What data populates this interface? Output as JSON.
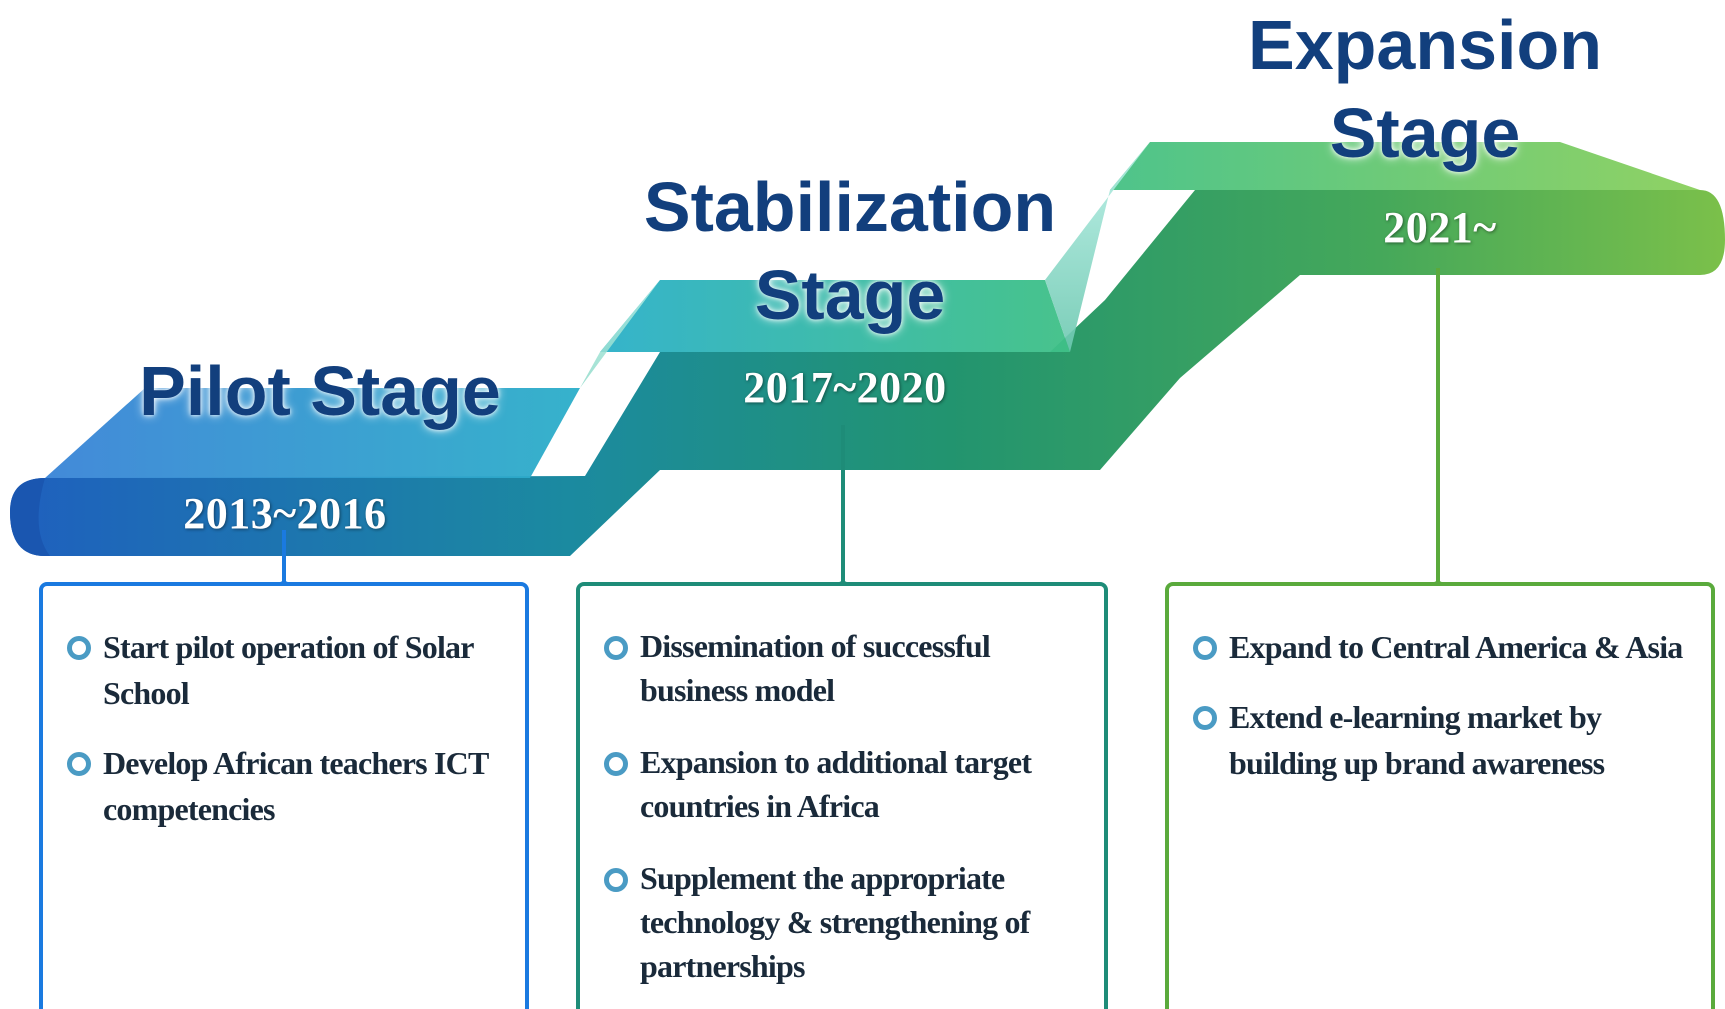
{
  "stages": [
    {
      "title_lines": [
        "Pilot Stage"
      ],
      "years": "2013~2016",
      "color": "#1a7ae0",
      "items": [
        "Start pilot operation of Solar School",
        "Develop African teachers ICT competencies"
      ]
    },
    {
      "title_lines": [
        "Stabilization",
        "Stage"
      ],
      "years": "2017~2020",
      "color": "#1e8c78",
      "items": [
        "Dissemination of successful business model",
        "Expansion to additional target countries in Africa",
        "Supplement the appropriate technology & strengthening of partnerships"
      ]
    },
    {
      "title_lines": [
        "Expansion",
        "Stage"
      ],
      "years": "2021~",
      "color": "#5aaa3c",
      "items": [
        "Expand to Central America & Asia",
        "Extend e-learning market by building up brand awareness"
      ]
    }
  ],
  "colors": {
    "title": "#123f7d",
    "ribbon_start": "#1e64c0",
    "ribbon_mid": "#1d958a",
    "ribbon_end": "#7cc24a",
    "bullet": "#4a9bc4"
  }
}
